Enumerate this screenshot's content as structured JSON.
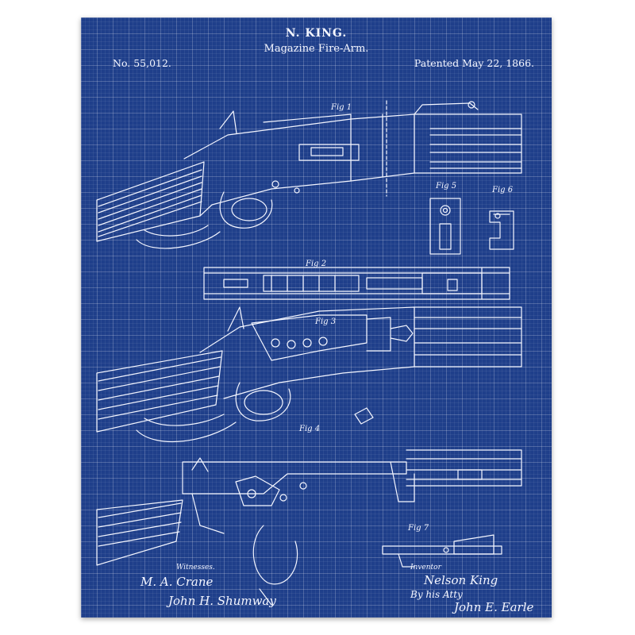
{
  "patent": {
    "inventor": "N. KING.",
    "title": "Magazine Fire-Arm.",
    "number": "No. 55,012.",
    "date": "Patented May 22, 1866."
  },
  "figures": [
    {
      "label": "Fig 1"
    },
    {
      "label": "Fig 2"
    },
    {
      "label": "Fig 3"
    },
    {
      "label": "Fig 4"
    },
    {
      "label": "Fig 5"
    },
    {
      "label": "Fig 6"
    },
    {
      "label": "Fig 7"
    }
  ],
  "witnesses": {
    "heading": "Witnesses.",
    "sig1": "M. A. Crane",
    "sig2": "John H. Shumway"
  },
  "inventor_block": {
    "heading": "Inventor",
    "sig1": "Nelson King",
    "sig2": "By his Atty",
    "sig3": "John E. Earle"
  },
  "colors": {
    "background": "#1f3f8a",
    "lines": "#f4f6ff",
    "frame": "#ffffff"
  }
}
